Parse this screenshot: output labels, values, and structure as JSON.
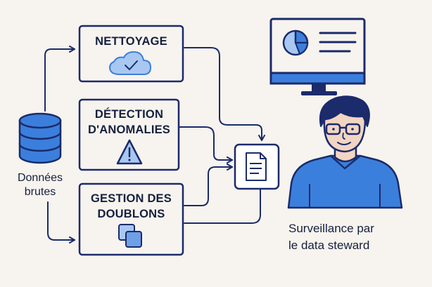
{
  "source": {
    "label_line1": "Données",
    "label_line2": "brutes",
    "icon": "database-icon"
  },
  "steps": [
    {
      "title_line1": "NETTOYAGE",
      "title_line2": "",
      "icon": "cloud-check-icon"
    },
    {
      "title_line1": "DÉTECTION",
      "title_line2": "D'ANOMALIES",
      "icon": "warning-triangle-icon"
    },
    {
      "title_line1": "GESTION DES",
      "title_line2": "DOUBLONS",
      "icon": "duplicate-squares-icon"
    }
  ],
  "report": {
    "icon": "document-icon"
  },
  "monitor": {
    "icon": "pie-chart-dashboard-icon"
  },
  "steward": {
    "label_line1": "Surveillance par",
    "label_line2": "le data steward",
    "icon": "person-avatar-icon"
  },
  "colors": {
    "navy": "#1b2b6b",
    "blue": "#3b7fdc",
    "light_blue": "#a9c8f1",
    "bg": "#f7f3ee"
  }
}
